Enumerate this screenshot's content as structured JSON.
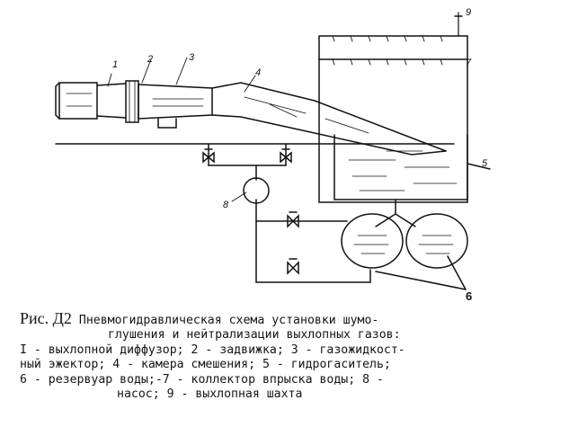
{
  "labels": {
    "l1": "1",
    "l2": "2",
    "l3": "3",
    "l4": "4",
    "l5": "5",
    "l6": "6",
    "l7": "7",
    "l8": "8",
    "l9": "9"
  },
  "caption": {
    "fig_label": "Рис. Д2",
    "title_line1": "Пневмогидравлическая схема установки шумо-",
    "title_line2": "глушения и нейтрализации выхлопных газов:",
    "legend_line1": "I - выхлопной диффузор; 2 - задвижка; 3 - газожидкост-",
    "legend_line2": "ный эжектор; 4 - камера смешения; 5 - гидрогаситель;",
    "legend_line3": "6 - резервуар воды;-7 - коллектор впрыска воды; 8 -",
    "legend_line4": "насос; 9 - выхлопная шахта"
  }
}
